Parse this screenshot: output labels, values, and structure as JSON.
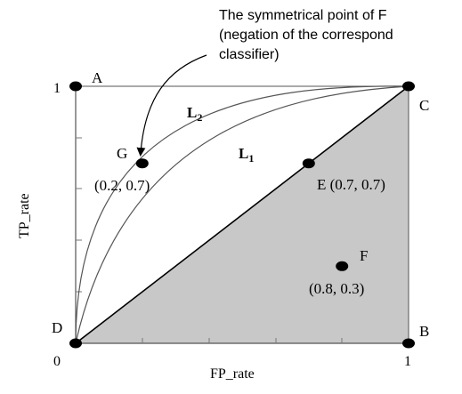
{
  "annotation": {
    "lines": [
      "The symmetrical point of F",
      "(negation of the correspond",
      "classifier)"
    ]
  },
  "axes": {
    "x_label": "FP_rate",
    "y_label": "TP_rate",
    "x_tick_0": "0",
    "x_tick_1": "1",
    "y_tick_1": "1"
  },
  "corners": {
    "A": "A",
    "B": "B",
    "C": "C",
    "D": "D"
  },
  "curves": {
    "L1": {
      "letter": "L",
      "sub": "1"
    },
    "L2": {
      "letter": "L",
      "sub": "2"
    }
  },
  "points": {
    "G": {
      "label": "G",
      "coord": "(0.2, 0.7)",
      "fpr": 0.2,
      "tpr": 0.7
    },
    "E": {
      "label": "E",
      "coord": "E (0.7, 0.7)",
      "fpr": 0.7,
      "tpr": 0.7
    },
    "F": {
      "label": "F",
      "coord": "(0.8, 0.3)",
      "fpr": 0.8,
      "tpr": 0.3
    }
  },
  "colors": {
    "shaded_region": "#c8c8c8",
    "lines": "#000000",
    "curves": "#555555"
  }
}
